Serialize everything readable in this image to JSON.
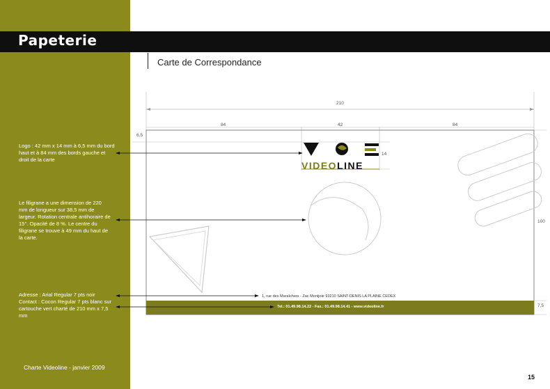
{
  "header": {
    "section_title": "Papeterie",
    "subtitle": "Carte de Correspondance"
  },
  "notes": {
    "logo": "Logo : 42 mm x 14 mm à 6,5 mm du bord haut et à 84 mm des bords gauche et droit de la carte",
    "watermark": "Le filigrane a une dimension de 220 mm de longueur sur 38,5 mm de largeur. Rotation centrale antihoraire de 15°. Opacité de 8 %. Le centre du filigrane se trouve à 49 mm du haut de la carte.",
    "address": "Adresse : Arial Regular 7 pts noir Contact : Cocon Regular 7 pts blanc sur cartouche vert charté de 210 mm x 7,5 mm"
  },
  "dimensions": {
    "total_width": "210",
    "left": "84",
    "center": "42",
    "right": "84",
    "top_margin": "6,5",
    "logo_height": "14",
    "card_height": "100",
    "band_height": "7,5"
  },
  "card": {
    "brand_part1": "VIDEO",
    "brand_part2": "LINE",
    "address_line": "1, rue des Maraîchers - Zac Montjoie 93210 SAINT-DENIS LA PLAINE CEDEX",
    "contact_line": "Tel.: 01.49.98.14.22 - Fax.: 01.49.98.14.41 - www.videoline.fr"
  },
  "footer": {
    "text": "Charte Videoline - janvier 2009",
    "page_number": "15"
  },
  "colors": {
    "accent": "#8b8a1d",
    "band": "#7c7b1d",
    "header_bg": "#0f0f0f"
  }
}
